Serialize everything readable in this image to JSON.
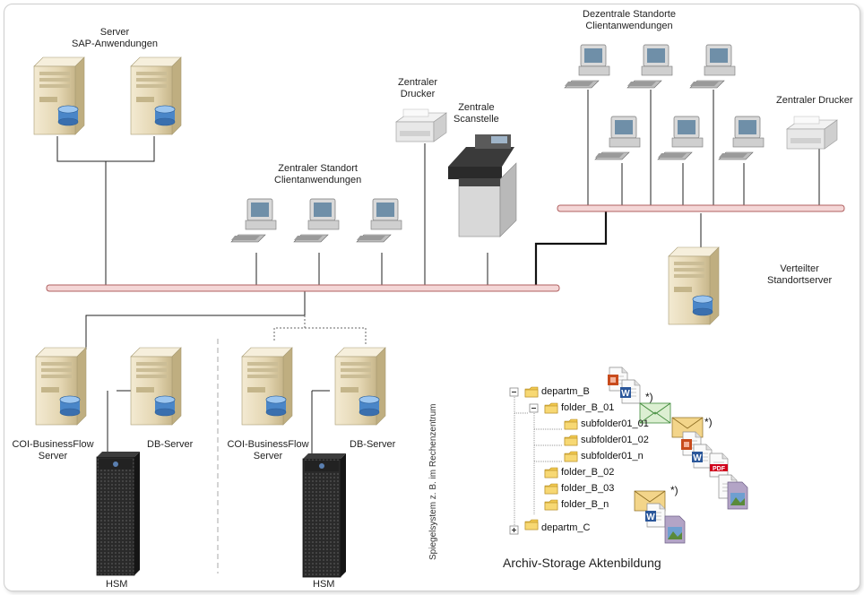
{
  "labels": {
    "server_sap": "Server",
    "server_sap_sub": "SAP-Anwendungen",
    "dezentrale": "Dezentrale Standorte",
    "dezentrale_sub": "Clientanwendungen",
    "zentraler_drucker_1": "Zentraler",
    "zentraler_drucker_1_sub": "Drucker",
    "zentrale_scanstelle": "Zentrale",
    "zentrale_scanstelle_sub": "Scanstelle",
    "zentraler_drucker_2": "Zentraler Drucker",
    "zentraler_standort": "Zentraler Standort",
    "zentraler_standort_sub": "Clientanwendungen",
    "verteilter": "Verteilter",
    "verteilter_sub": "Standortserver",
    "coi_1": "COI-BusinessFlow",
    "coi_1_sub": "Server",
    "db_1": "DB-Server",
    "coi_2": "COI-BusinessFlow",
    "coi_2_sub": "Server",
    "db_2": "DB-Server",
    "hsm_1": "HSM",
    "hsm_2": "HSM",
    "spiegel": "Spiegelsystem z. B. im Rechenzentrum",
    "archiv": "Archiv-Storage Aktenbildung",
    "mark": "*)"
  },
  "tree": [
    {
      "label": "departm_B",
      "expander": "minus"
    },
    {
      "label": "folder_B_01",
      "expander": "minus"
    },
    {
      "label": "subfolder01_01",
      "expander": "none"
    },
    {
      "label": "subfolder01_02",
      "expander": "none"
    },
    {
      "label": "subfolder01_n",
      "expander": "none"
    },
    {
      "label": "folder_B_02",
      "expander": "none"
    },
    {
      "label": "folder_B_03",
      "expander": "none"
    },
    {
      "label": "folder_B_n",
      "expander": "none"
    },
    {
      "label": "departm_C",
      "expander": "plus"
    }
  ],
  "colors": {
    "bus_fill": "#f4d6d6",
    "bus_stroke": "#b06060",
    "server_body": "#e8dcc0",
    "server_shade": "#c9b98f",
    "disk": "#4a86c8",
    "folder": "#f0c850",
    "line": "#222222"
  },
  "icons": [
    "server-icon",
    "workstation-icon",
    "printer-icon",
    "scanner-icon",
    "hsm-storage-icon",
    "folder-icon",
    "word-doc-icon",
    "pdf-icon",
    "email-icon",
    "image-icon"
  ]
}
